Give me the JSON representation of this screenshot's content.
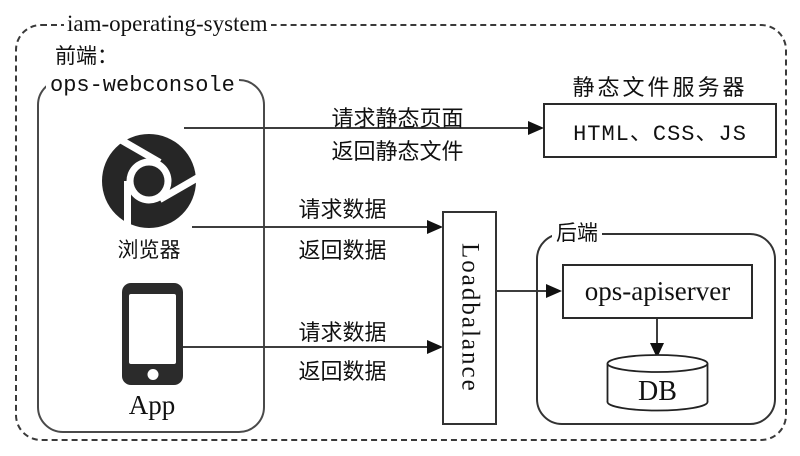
{
  "title": "iam-operating-system",
  "frontend": {
    "section_label": "前端：",
    "container_label": "ops-webconsole",
    "browser_label": "浏览器",
    "app_label": "App"
  },
  "static_server": {
    "title": "静态文件服务器",
    "content": "HTML、CSS、JS"
  },
  "loadbalancer": {
    "label": "Loadbalance"
  },
  "backend": {
    "section_label": "后端",
    "apiserver_label": "ops-apiserver",
    "db_label": "DB"
  },
  "flows": {
    "browser_static": {
      "request": "请求静态页面",
      "response": "返回静态文件"
    },
    "browser_data": {
      "request": "请求数据",
      "response": "返回数据"
    },
    "app_data": {
      "request": "请求数据",
      "response": "返回数据"
    }
  },
  "colors": {
    "line": "#3d3d3d",
    "arrowhead": "#111111",
    "icon_fill": "#262626",
    "background": "#ffffff"
  }
}
